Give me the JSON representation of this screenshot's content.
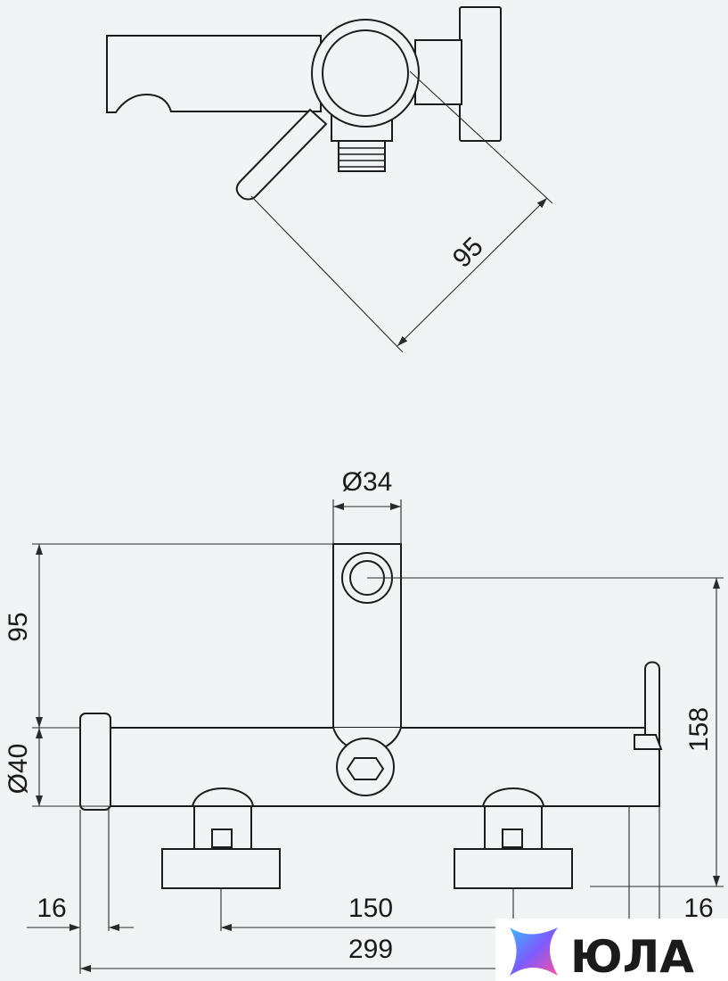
{
  "top_view": {
    "dim_depth": "95"
  },
  "front_view": {
    "dim_diameter_spout": "Ø34",
    "dim_spout_height": "95",
    "dim_diameter_body": "Ø40",
    "dim_total_height": "158",
    "dim_left_offset": "16",
    "dim_center_distance": "150",
    "dim_right_offset": "16",
    "dim_total_width": "299"
  },
  "watermark": {
    "brand": "ЮЛА",
    "colors": [
      "#7a5cff",
      "#ff4fa0",
      "#3fb8ff"
    ]
  }
}
